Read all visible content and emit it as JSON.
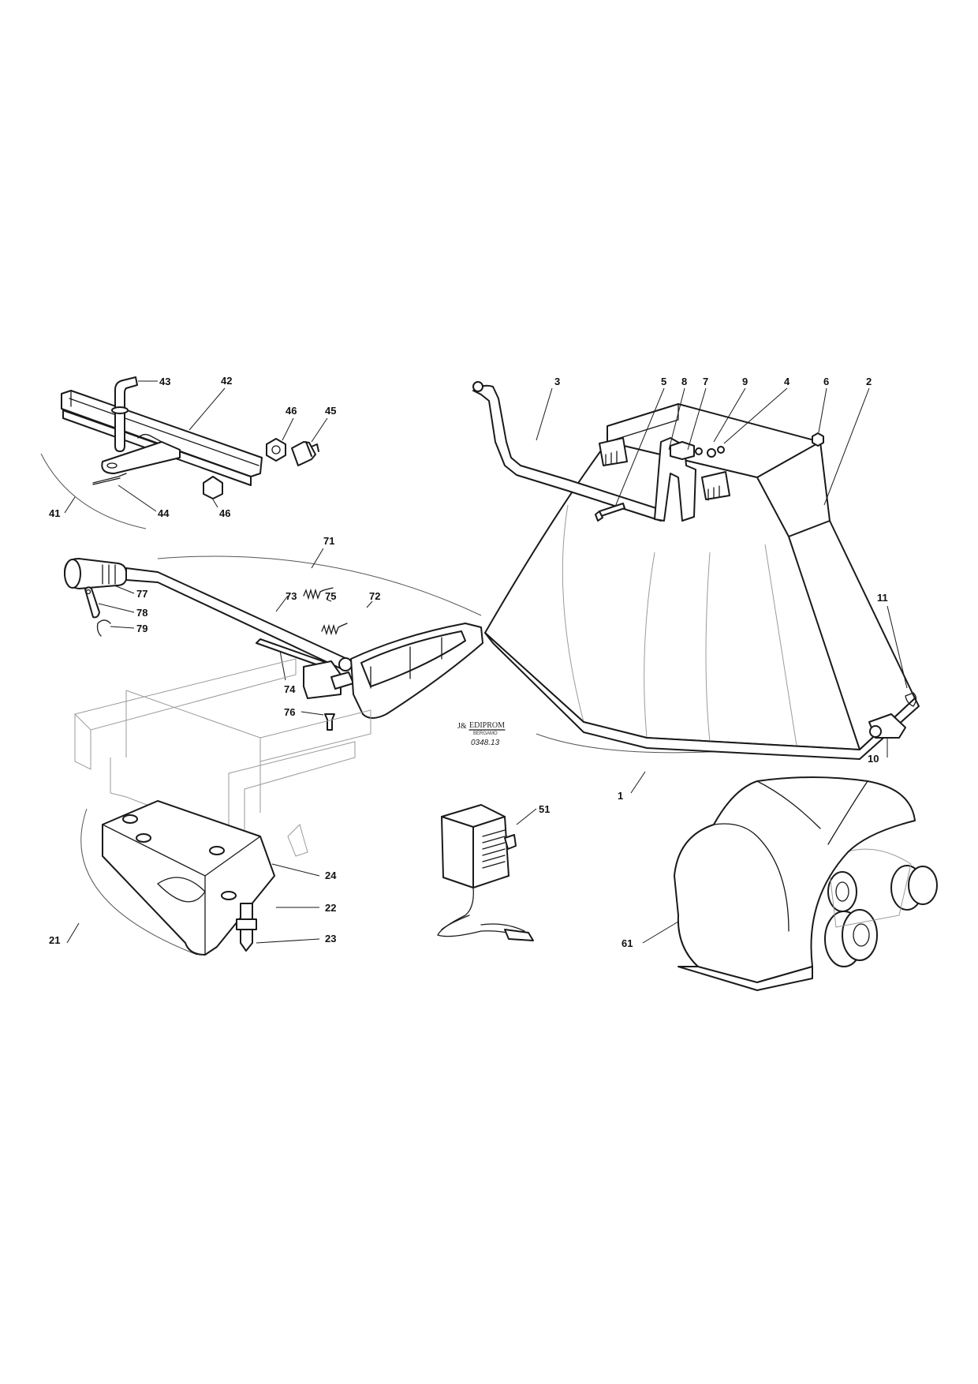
{
  "callouts": {
    "c43": "43",
    "c42": "42",
    "c46a": "46",
    "c45": "45",
    "c41": "41",
    "c44": "44",
    "c46b": "46",
    "c71": "71",
    "c73": "73",
    "c75": "75",
    "c72": "72",
    "c77": "77",
    "c78": "78",
    "c79": "79",
    "c74": "74",
    "c76": "76",
    "c3": "3",
    "c5": "5",
    "c8": "8",
    "c7": "7",
    "c9": "9",
    "c4": "4",
    "c6": "6",
    "c2": "2",
    "c11": "11",
    "c10": "10",
    "c1": "1",
    "c51": "51",
    "c24": "24",
    "c22": "22",
    "c21": "21",
    "c23": "23",
    "c61": "61"
  },
  "logo": {
    "brand": "EDIPROM",
    "city": "BERGAMO",
    "code": "0348.13"
  }
}
